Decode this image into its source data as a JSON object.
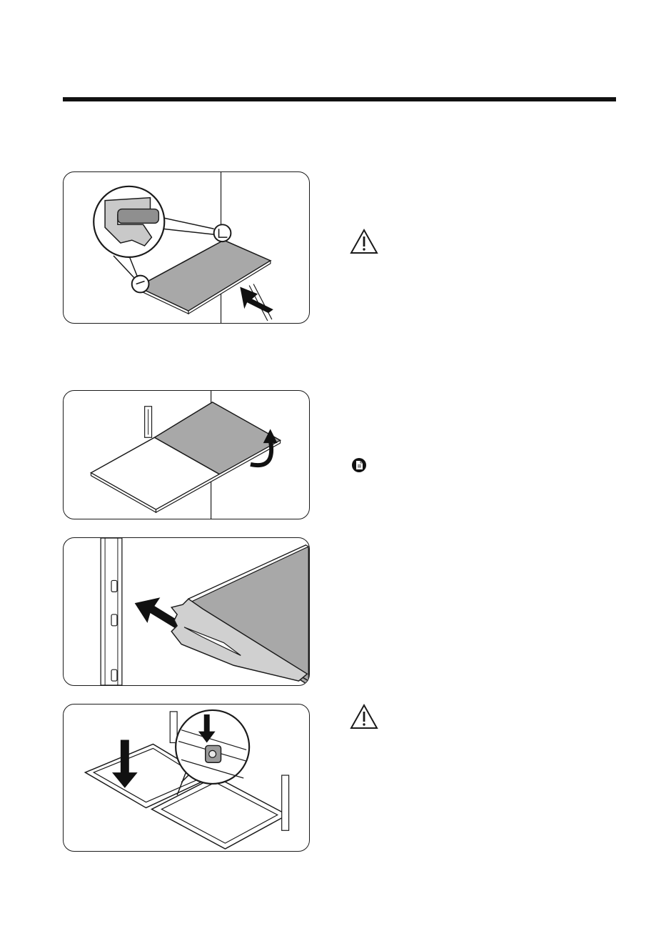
{
  "page": {
    "background": "#ffffff",
    "ink": "#1a1a1a",
    "shelf_fill": "#a8a8a8",
    "frame_fill": "#d7d7d7"
  },
  "figures": [
    {
      "id": "fig-1",
      "depicts": "shelf-slide-in-with-detail-zoom"
    },
    {
      "id": "fig-2",
      "depicts": "folding-shelf-lift"
    },
    {
      "id": "fig-3",
      "depicts": "shelf-bracket-hooking-into-rail"
    },
    {
      "id": "fig-4",
      "depicts": "shelf-lowering-onto-bracket-with-detail-zoom"
    }
  ],
  "markers": [
    {
      "icon": "warning-icon"
    },
    {
      "icon": "note-icon"
    },
    {
      "icon": "warning-icon"
    }
  ]
}
